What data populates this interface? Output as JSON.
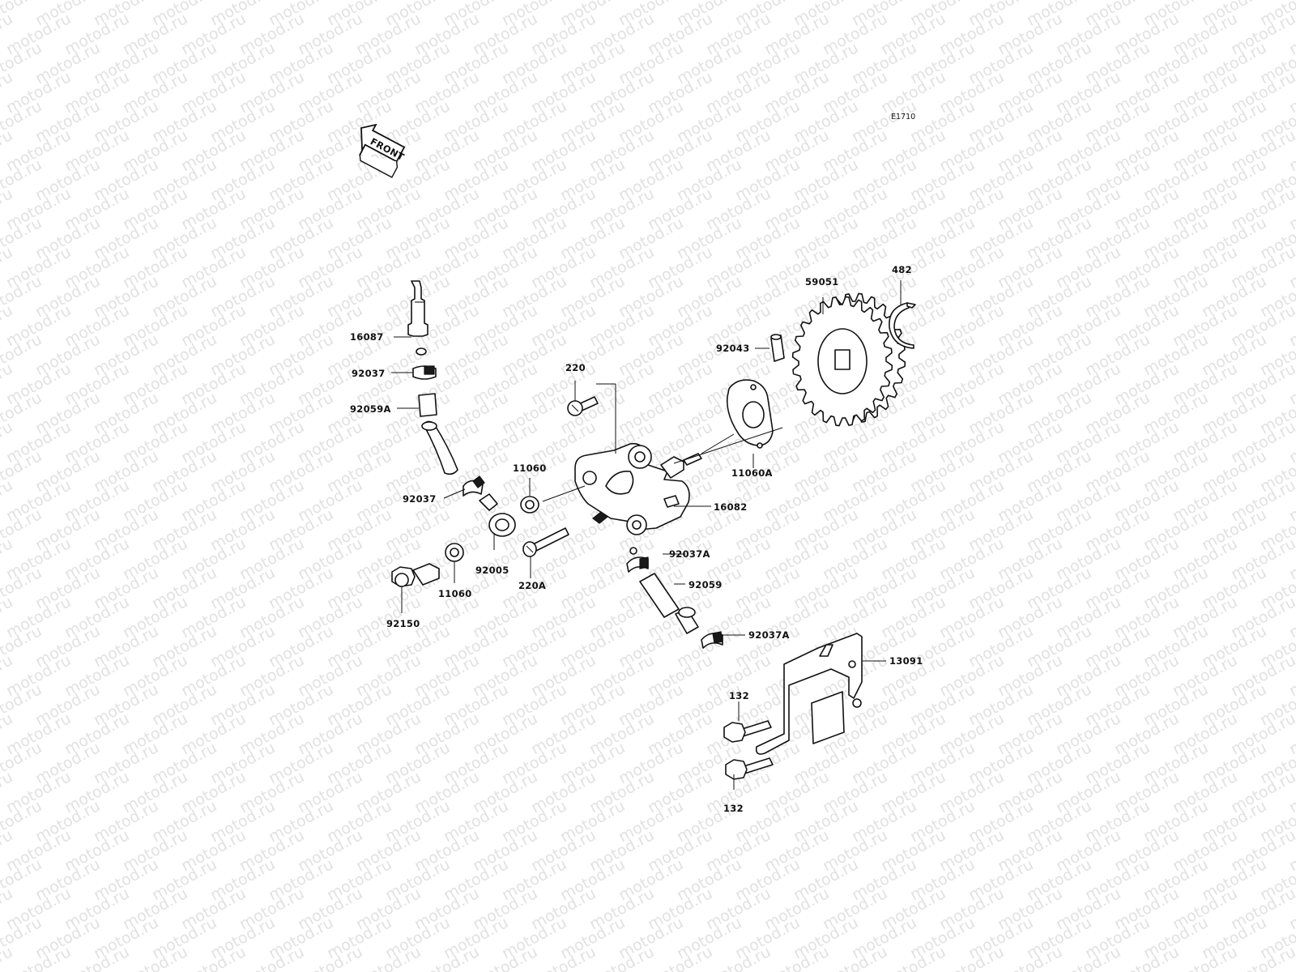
{
  "diagram_code": "E1710",
  "front_arrow": {
    "text": "FRONT"
  },
  "watermark": "motod.ru",
  "callouts": [
    {
      "id": "16087",
      "text": "16087"
    },
    {
      "id": "92037a",
      "text": "92037"
    },
    {
      "id": "92059A",
      "text": "92059A"
    },
    {
      "id": "92037b",
      "text": "92037"
    },
    {
      "id": "92005",
      "text": "92005"
    },
    {
      "id": "11060a",
      "text": "11060"
    },
    {
      "id": "11060b",
      "text": "11060"
    },
    {
      "id": "92150",
      "text": "92150"
    },
    {
      "id": "220A",
      "text": "220A"
    },
    {
      "id": "220",
      "text": "220"
    },
    {
      "id": "92037A",
      "text": "92037A"
    },
    {
      "id": "92059",
      "text": "92059"
    },
    {
      "id": "92037A2",
      "text": "92037A"
    },
    {
      "id": "16082",
      "text": "16082"
    },
    {
      "id": "11060A",
      "text": "11060A"
    },
    {
      "id": "92043",
      "text": "92043"
    },
    {
      "id": "59051",
      "text": "59051"
    },
    {
      "id": "482",
      "text": "482"
    },
    {
      "id": "13091",
      "text": "13091"
    },
    {
      "id": "132a",
      "text": "132"
    },
    {
      "id": "132b",
      "text": "132"
    }
  ]
}
